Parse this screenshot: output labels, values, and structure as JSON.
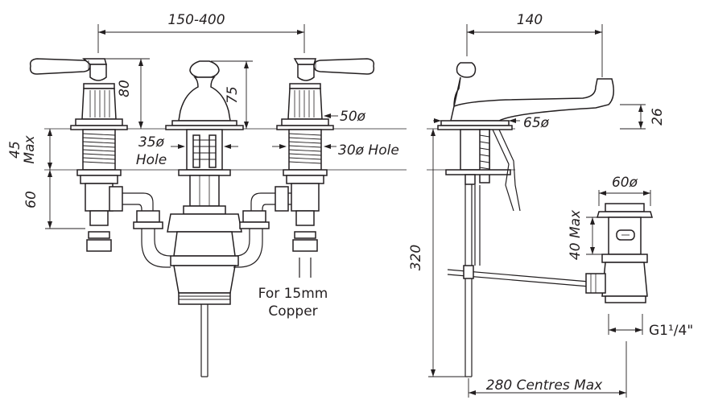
{
  "colors": {
    "line": "#231f20",
    "background": "#ffffff"
  },
  "front_view": {
    "centres": "150-400",
    "handle_height": "80",
    "spout_height": "75",
    "body_diameter": "50ø",
    "deck_thickness_line1": "45",
    "deck_thickness_line2": "Max",
    "spout_hole_line1": "35ø",
    "spout_hole_line2": "Hole",
    "tap_hole": "30ø Hole",
    "tail_length": "60",
    "copper_line1": "For 15mm",
    "copper_line2": "Copper"
  },
  "side_view": {
    "reach": "140",
    "spout_rise": "26",
    "base_diameter": "65ø",
    "overall_height": "320",
    "waste_diameter": "60ø",
    "waste_height": "40 Max",
    "waste_thread": "G1¹/4\"",
    "centres_max": "280 Centres Max"
  }
}
